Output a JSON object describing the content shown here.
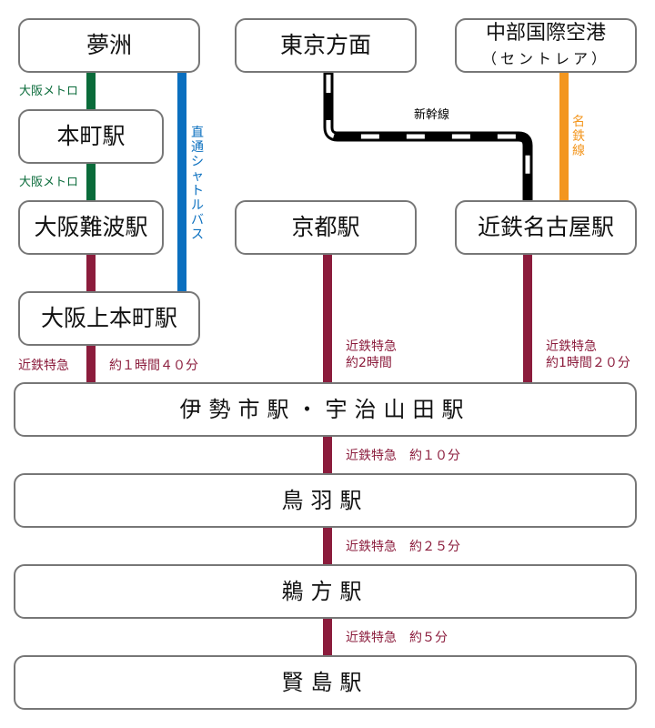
{
  "colors": {
    "osaka_metro": "#0a6b3a",
    "shuttle_bus": "#0a6fbf",
    "kintetsu": "#8b1c3c",
    "meitetsu": "#f3961e",
    "shinkansen": "#000000",
    "box_border": "#777777"
  },
  "stations": {
    "yumeshima": "夢洲",
    "hommachi": "本町駅",
    "namba": "大阪難波駅",
    "uehommachi": "大阪上本町駅",
    "tokyo": "東京方面",
    "centrair": "中部国際空港",
    "centrair_sub": "（セントレア）",
    "kyoto": "京都駅",
    "nagoya": "近鉄名古屋駅",
    "iseshi": "伊勢市駅・宇治山田駅",
    "toba": "鳥羽駅",
    "ugata": "鵜方駅",
    "kashikojima": "賢島駅"
  },
  "routes": {
    "metro_1": "大阪メトロ",
    "metro_2": "大阪メトロ",
    "shuttle_bus": "直通シャトルバス",
    "shinkansen": "新幹線",
    "meitetsu": "名鉄線",
    "osaka_kintetsu": "近鉄特急",
    "osaka_time": "約１時間４０分",
    "kyoto_kintetsu": "近鉄特急",
    "kyoto_time": "約2時間",
    "nagoya_kintetsu": "近鉄特急",
    "nagoya_time": "約1時間２０分",
    "ise_toba": "近鉄特急　約１０分",
    "toba_ugata": "近鉄特急　約２５分",
    "ugata_kashikojima": "近鉄特急　約５分"
  }
}
